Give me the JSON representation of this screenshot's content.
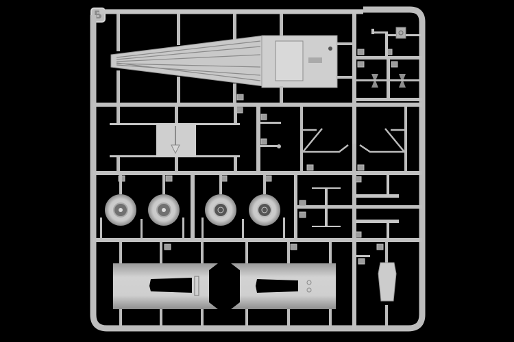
{
  "sprue": {
    "frame_letter": "B",
    "background_color": "#000000",
    "plastic_color": "#c8c8c8",
    "runner_color": "#bcbcbc",
    "parts": [
      {
        "name": "fuselage-floor-panel",
        "area": "top"
      },
      {
        "name": "seat-frame-bracket",
        "area": "top-right"
      },
      {
        "name": "landing-gear-yokes",
        "area": "top-right"
      },
      {
        "name": "bomb-bay-plate-with-arrow",
        "area": "middle-left"
      },
      {
        "name": "landing-gear-struts",
        "area": "middle-right"
      },
      {
        "name": "main-wheel-left-1",
        "area": "wheels"
      },
      {
        "name": "main-wheel-left-2",
        "area": "wheels"
      },
      {
        "name": "main-wheel-right-1",
        "area": "wheels"
      },
      {
        "name": "main-wheel-right-2",
        "area": "wheels"
      },
      {
        "name": "gun-barrel-upper",
        "area": "right"
      },
      {
        "name": "gun-barrel-lower",
        "area": "right"
      },
      {
        "name": "engine-cowling-left",
        "area": "bottom"
      },
      {
        "name": "engine-cowling-right",
        "area": "bottom"
      },
      {
        "name": "engine-mount",
        "area": "bottom-right"
      }
    ]
  }
}
